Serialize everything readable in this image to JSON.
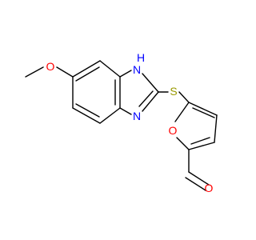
{
  "molecule": {
    "atoms": {
      "methoxy_o": "O",
      "nh_h": "H",
      "nh_n": "N",
      "imine_n": "N",
      "thioether_s": "S",
      "furan_o": "O",
      "aldehyde_o": "O"
    },
    "colors": {
      "carbon": "#000000",
      "oxygen": "#ff0000",
      "nitrogen": "#0000ff",
      "sulfur": "#999900",
      "hydrogen": "#0000ff"
    }
  }
}
